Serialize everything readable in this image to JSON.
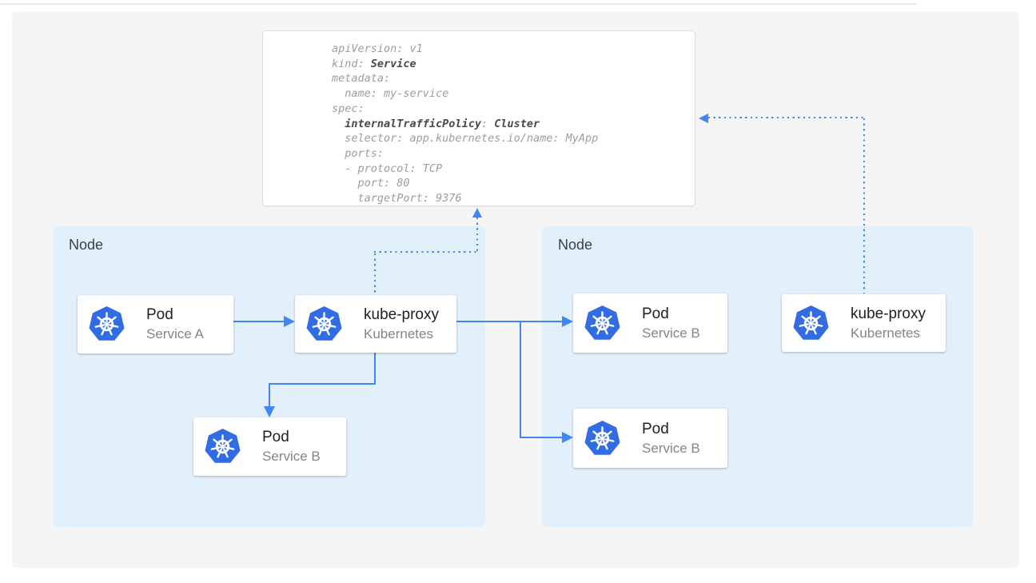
{
  "yaml_card": {
    "lines": [
      [
        {
          "t": "apiVersion: v1",
          "b": false
        }
      ],
      [
        {
          "t": "kind: ",
          "b": false
        },
        {
          "t": "Service",
          "b": true
        }
      ],
      [
        {
          "t": "metadata:",
          "b": false
        }
      ],
      [
        {
          "t": "  name: my-service",
          "b": false
        }
      ],
      [
        {
          "t": "spec:",
          "b": false
        }
      ],
      [
        {
          "t": "  ",
          "b": false
        },
        {
          "t": "internalTrafficPolicy",
          "b": true
        },
        {
          "t": ": ",
          "b": false
        },
        {
          "t": "Cluster",
          "b": true
        }
      ],
      [
        {
          "t": "  selector: app.kubernetes.io/name: MyApp",
          "b": false
        }
      ],
      [
        {
          "t": "  ports:",
          "b": false
        }
      ],
      [
        {
          "t": "  - protocol: TCP",
          "b": false
        }
      ],
      [
        {
          "t": "    port: 80",
          "b": false
        }
      ],
      [
        {
          "t": "    targetPort: 9376",
          "b": false
        }
      ]
    ]
  },
  "nodes": {
    "left": {
      "label": "Node",
      "pod_a": {
        "title": "Pod",
        "subtitle": "Service A"
      },
      "kube_proxy": {
        "title": "kube-proxy",
        "subtitle": "Kubernetes"
      },
      "pod_b": {
        "title": "Pod",
        "subtitle": "Service B"
      }
    },
    "right": {
      "label": "Node",
      "pod_b_top": {
        "title": "Pod",
        "subtitle": "Service B"
      },
      "pod_b_bottom": {
        "title": "Pod",
        "subtitle": "Service B"
      },
      "kube_proxy": {
        "title": "kube-proxy",
        "subtitle": "Kubernetes"
      }
    }
  },
  "icons": {
    "kubernetes": "kubernetes-icon"
  },
  "colors": {
    "arrow_blue": "#4285f4",
    "kubernetes_blue": "#326ce5",
    "node_background": "#e2f0fc",
    "panel_background": "#f5f5f6",
    "card_background": "#ffffff",
    "yaml_border": "#dadce0",
    "yaml_text_gray": "#9a9da1",
    "yaml_text_bold": "#46494c",
    "card_title_text": "#202124",
    "card_subtitle_text": "#80868b",
    "node_label_text": "#3c4043"
  }
}
